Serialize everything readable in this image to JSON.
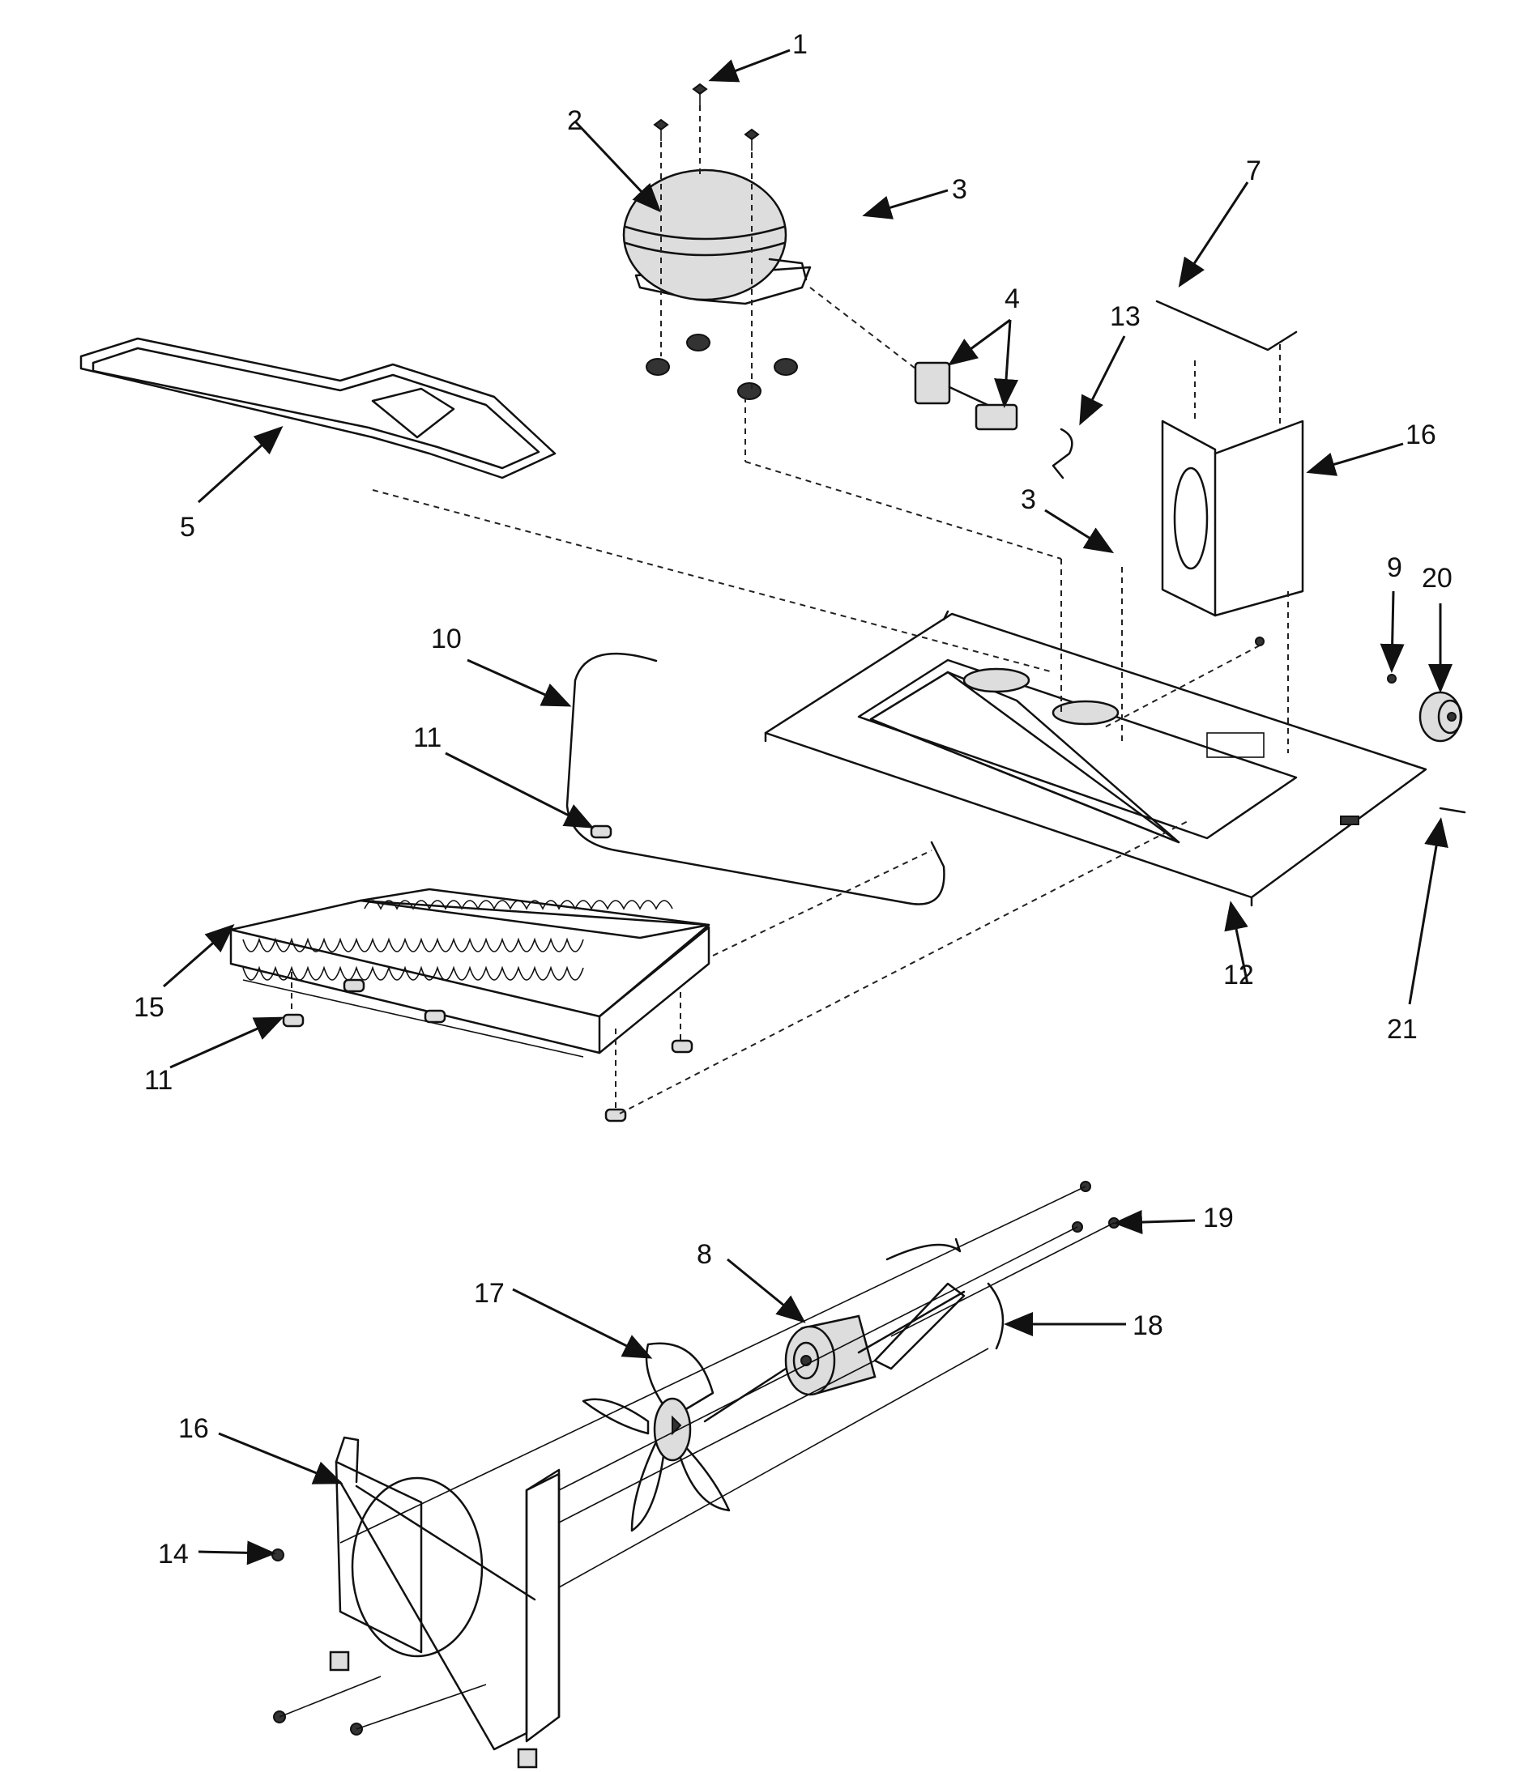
{
  "callouts": {
    "c1": "1",
    "c2": "2",
    "c3a": "3",
    "c3b": "3",
    "c4": "4",
    "c5": "5",
    "c7": "7",
    "c8": "8",
    "c9": "9",
    "c10": "10",
    "c11a": "11",
    "c11b": "11",
    "c12": "12",
    "c13": "13",
    "c14": "14",
    "c15": "15",
    "c16a": "16",
    "c16b": "16",
    "c17": "17",
    "c18": "18",
    "c19": "19",
    "c20": "20",
    "c21": "21"
  },
  "colors": {
    "line": "#111111",
    "background": "#ffffff"
  }
}
